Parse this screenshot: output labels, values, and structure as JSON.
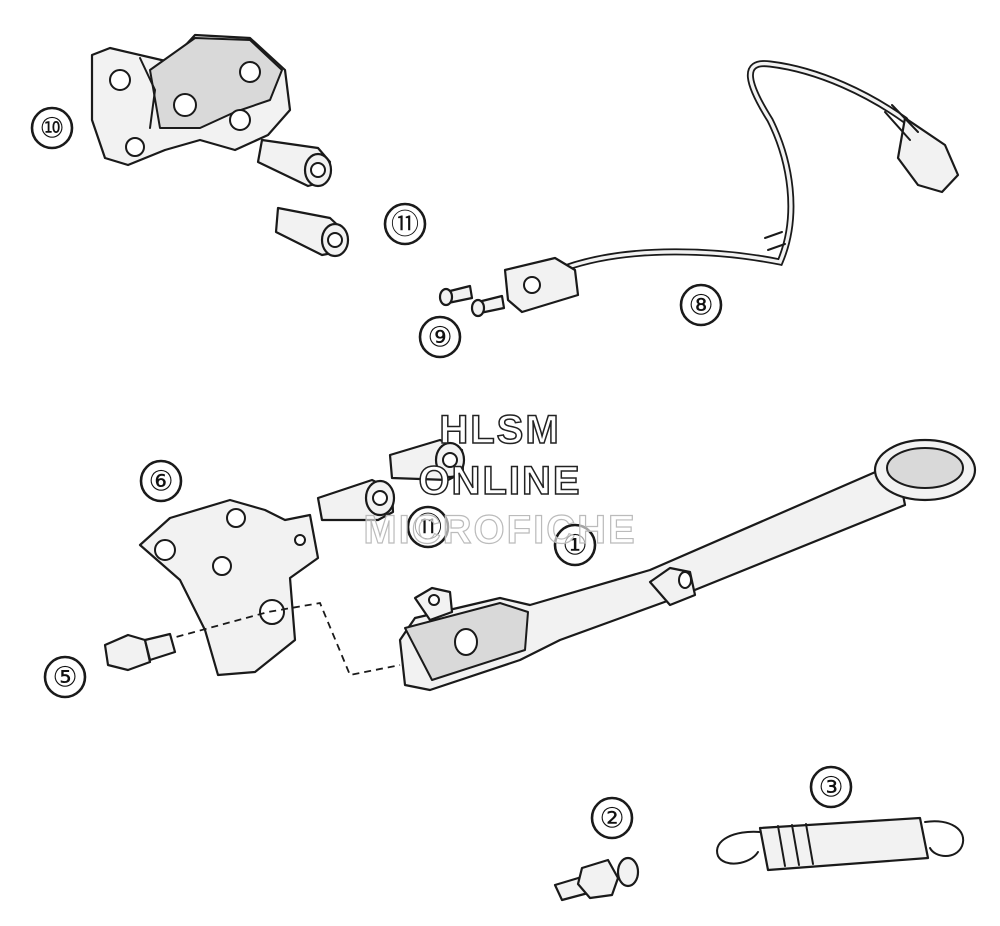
{
  "diagram": {
    "callouts": [
      {
        "id": "10",
        "label": "⑩"
      },
      {
        "id": "11a",
        "label": "⑪"
      },
      {
        "id": "8",
        "label": "⑧"
      },
      {
        "id": "9",
        "label": "⑨"
      },
      {
        "id": "6",
        "label": "⑥"
      },
      {
        "id": "11b",
        "label": "⑪"
      },
      {
        "id": "1",
        "label": "①"
      },
      {
        "id": "5",
        "label": "⑤"
      },
      {
        "id": "2",
        "label": "②"
      },
      {
        "id": "3",
        "label": "③"
      }
    ],
    "watermark": {
      "line1": "HLSM",
      "line2": "ONLINE",
      "line3": "MICROFICHE"
    }
  }
}
